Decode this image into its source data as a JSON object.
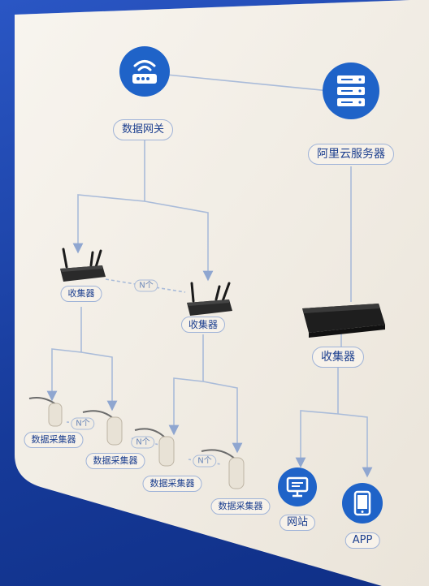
{
  "nodes": {
    "gateway_label": "数据网关",
    "aliyun_label": "阿里云服务器",
    "collector_left_label": "收集器",
    "collector_mid_label": "收集器",
    "collector_right_label": "收集器",
    "multiplicity_1": "N个",
    "multiplicity_2": "N个",
    "multiplicity_3": "N个",
    "multiplicity_4": "N个",
    "sensor_1_label": "数据采集器",
    "sensor_2_label": "数据采集器",
    "sensor_3_label": "数据采集器",
    "sensor_4_label": "数据采集器",
    "website_label": "网站",
    "app_label": "APP"
  },
  "colors": {
    "accent": "#1f63c8",
    "board": "#f4efe6",
    "line": "#a9bbd9",
    "frame": "#1f45a8"
  },
  "icons": [
    "wifi-router-icon",
    "server-rack-icon",
    "antenna-router-icon",
    "set-top-box-icon",
    "sensor-clamp-icon",
    "monitor-icon",
    "smartphone-icon"
  ]
}
